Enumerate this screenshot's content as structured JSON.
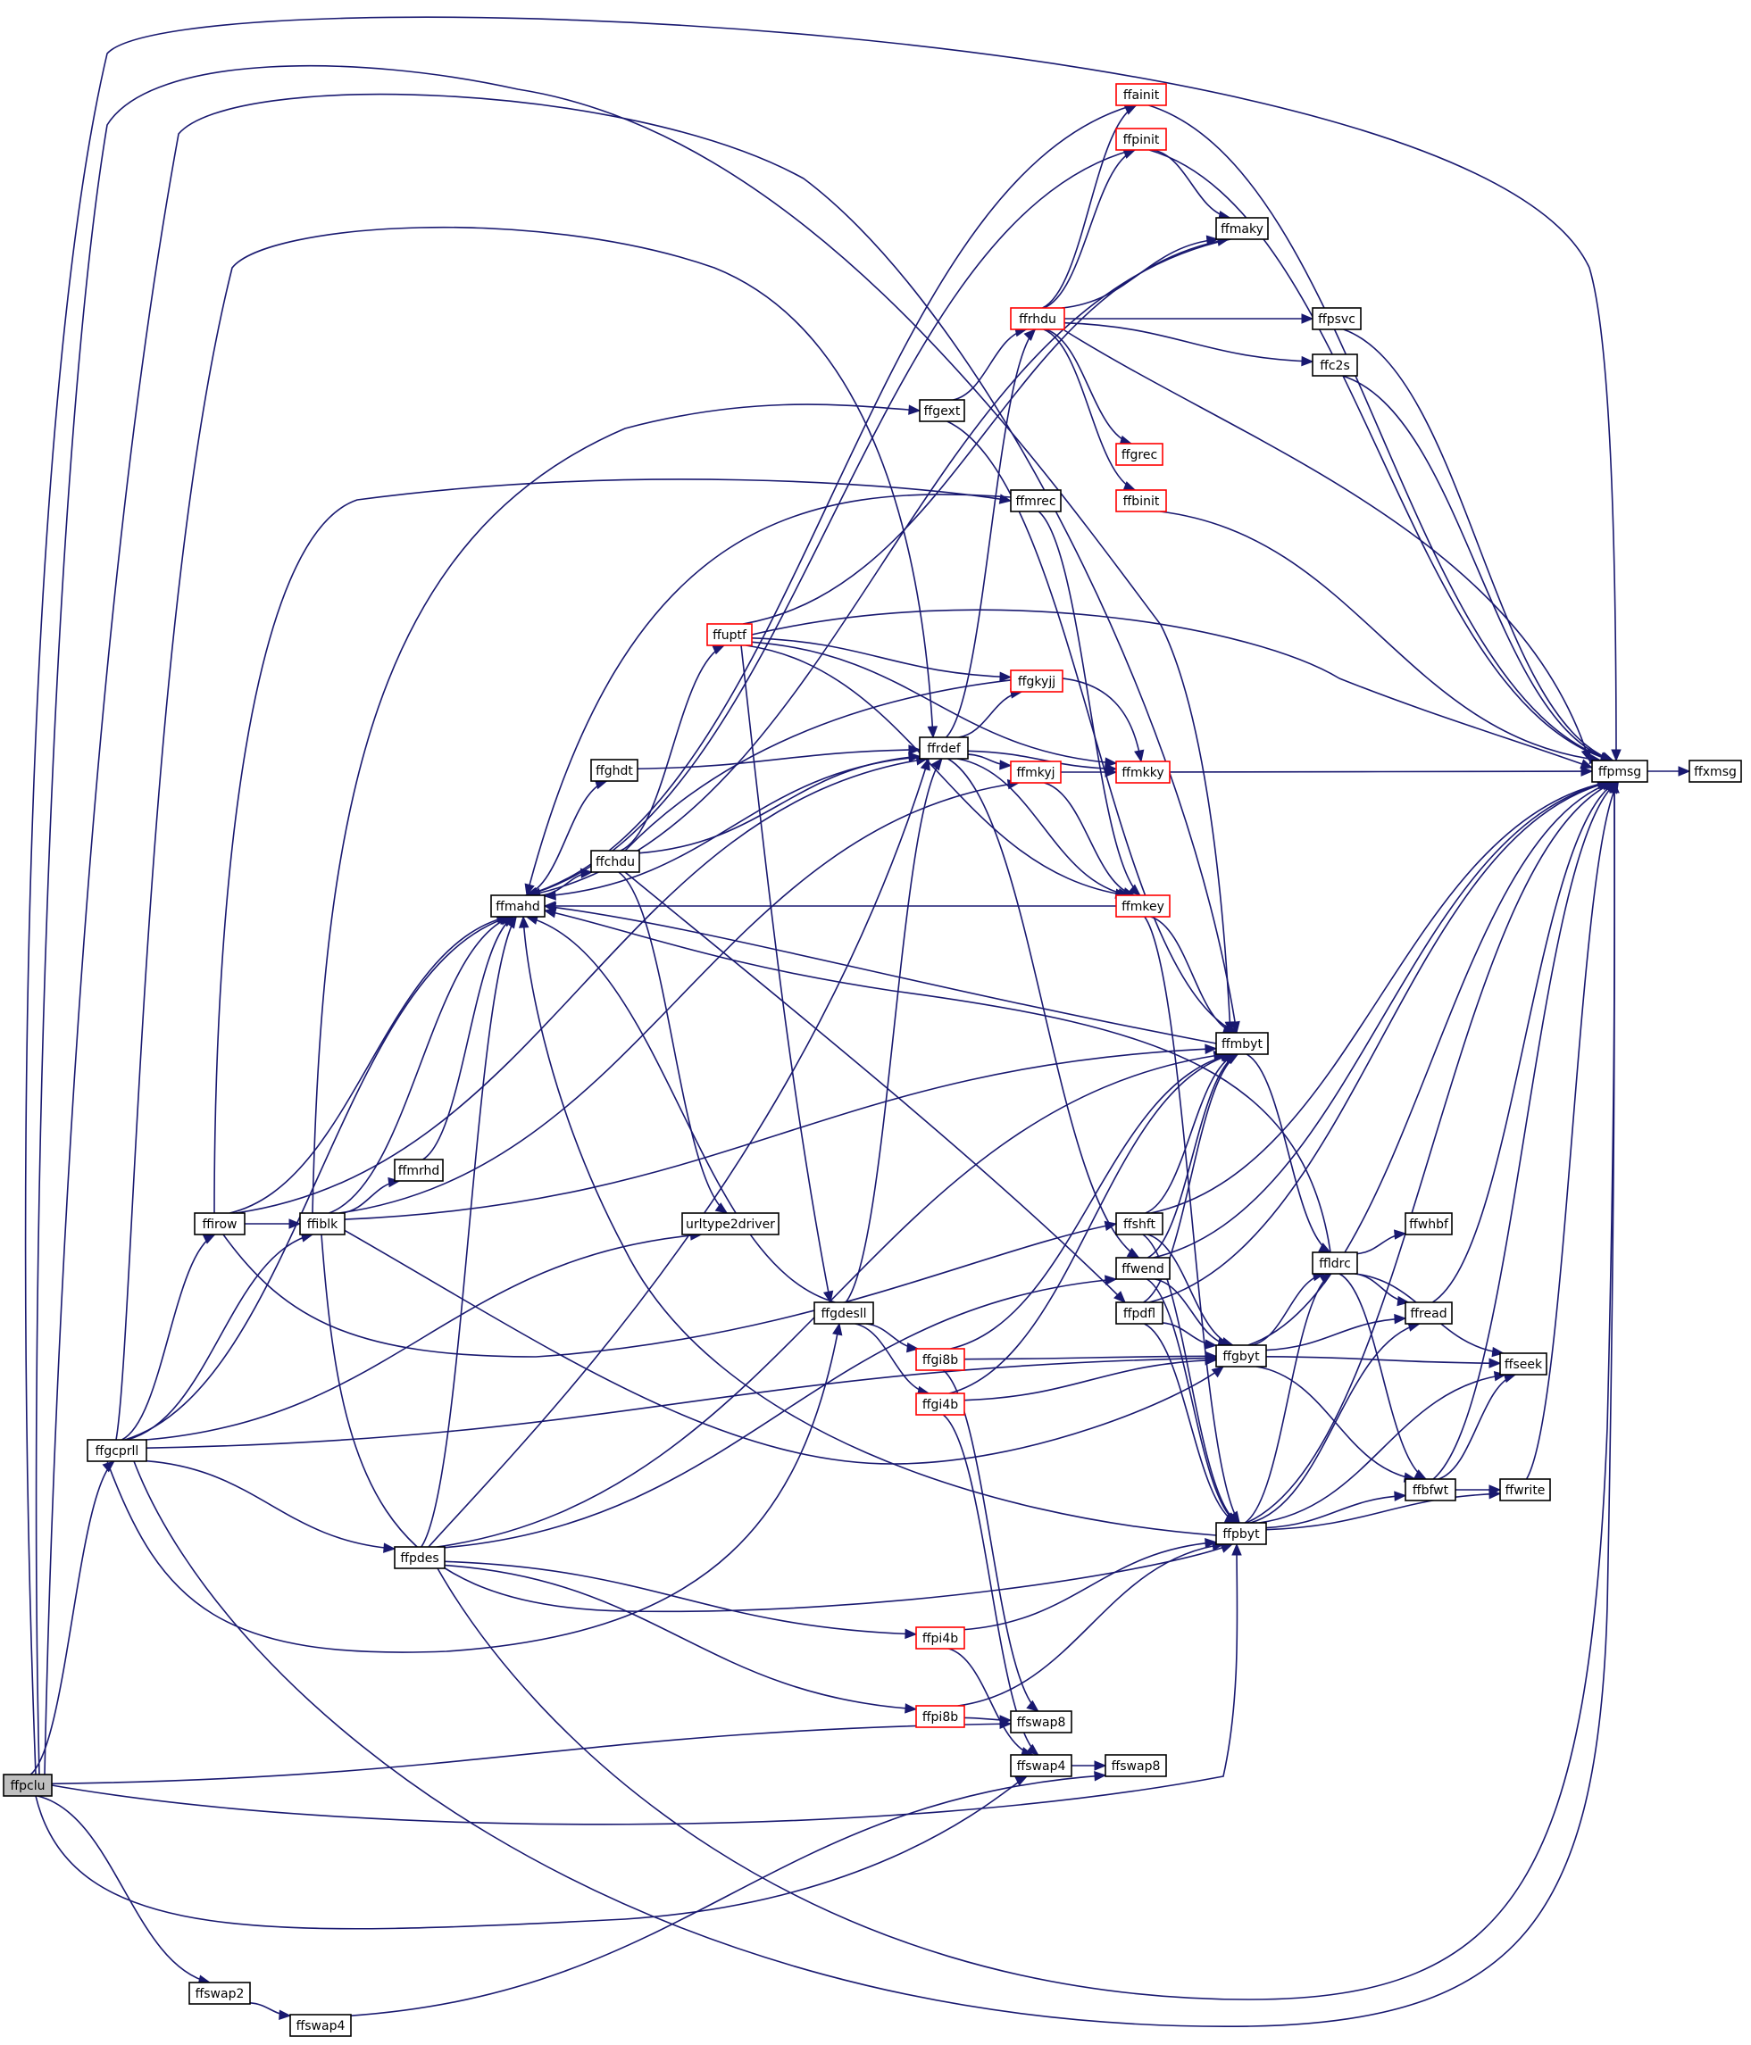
{
  "graph": {
    "colors": {
      "edge": "#191970",
      "box_border": "#000000",
      "box_border_truncated": "#ff0000",
      "current_fill": "#bfbfbf",
      "background": "#ffffff"
    },
    "nodes": [
      {
        "id": "ffpclu",
        "label": "ffpclu",
        "style": "current"
      },
      {
        "id": "ffgcprll",
        "label": "ffgcprll",
        "style": "plain"
      },
      {
        "id": "ffswap2",
        "label": "ffswap2",
        "style": "plain"
      },
      {
        "id": "ffswap4_a",
        "label": "ffswap4",
        "style": "plain"
      },
      {
        "id": "ffirow",
        "label": "ffirow",
        "style": "plain"
      },
      {
        "id": "ffiblk",
        "label": "ffiblk",
        "style": "plain"
      },
      {
        "id": "ffmrhd",
        "label": "ffmrhd",
        "style": "plain"
      },
      {
        "id": "ffmahd",
        "label": "ffmahd",
        "style": "plain"
      },
      {
        "id": "ffghdt",
        "label": "ffghdt",
        "style": "plain"
      },
      {
        "id": "ffchdu",
        "label": "ffchdu",
        "style": "plain"
      },
      {
        "id": "urltype2driver",
        "label": "urltype2driver",
        "style": "plain"
      },
      {
        "id": "ffpdes",
        "label": "ffpdes",
        "style": "plain"
      },
      {
        "id": "ffuptf",
        "label": "ffuptf",
        "style": "red"
      },
      {
        "id": "ffgext",
        "label": "ffgext",
        "style": "plain"
      },
      {
        "id": "ffmrec",
        "label": "ffmrec",
        "style": "plain"
      },
      {
        "id": "ffrdef",
        "label": "ffrdef",
        "style": "plain"
      },
      {
        "id": "ffgdesll",
        "label": "ffgdesll",
        "style": "plain"
      },
      {
        "id": "ffgi8b",
        "label": "ffgi8b",
        "style": "red"
      },
      {
        "id": "ffgi4b",
        "label": "ffgi4b",
        "style": "red"
      },
      {
        "id": "ffpi4b",
        "label": "ffpi4b",
        "style": "red"
      },
      {
        "id": "ffpi8b",
        "label": "ffpi8b",
        "style": "red"
      },
      {
        "id": "ffswap8_a",
        "label": "ffswap8",
        "style": "plain"
      },
      {
        "id": "ffswap4_b",
        "label": "ffswap4",
        "style": "plain"
      },
      {
        "id": "ffswap8_b",
        "label": "ffswap8",
        "style": "plain"
      },
      {
        "id": "ffrhdu",
        "label": "ffrhdu",
        "style": "red"
      },
      {
        "id": "ffgkyjj",
        "label": "ffgkyjj",
        "style": "red"
      },
      {
        "id": "ffmkyj",
        "label": "ffmkyj",
        "style": "red"
      },
      {
        "id": "ffainit",
        "label": "ffainit",
        "style": "red"
      },
      {
        "id": "ffpinit",
        "label": "ffpinit",
        "style": "red"
      },
      {
        "id": "ffgrec",
        "label": "ffgrec",
        "style": "red"
      },
      {
        "id": "ffbinit",
        "label": "ffbinit",
        "style": "red"
      },
      {
        "id": "ffmkky",
        "label": "ffmkky",
        "style": "red"
      },
      {
        "id": "ffmkey",
        "label": "ffmkey",
        "style": "red"
      },
      {
        "id": "ffmaky",
        "label": "ffmaky",
        "style": "plain"
      },
      {
        "id": "ffmbyt",
        "label": "ffmbyt",
        "style": "plain"
      },
      {
        "id": "ffshft",
        "label": "ffshft",
        "style": "plain"
      },
      {
        "id": "ffwend",
        "label": "ffwend",
        "style": "plain"
      },
      {
        "id": "ffpdfl",
        "label": "ffpdfl",
        "style": "plain"
      },
      {
        "id": "ffgbyt",
        "label": "ffgbyt",
        "style": "plain"
      },
      {
        "id": "ffpbyt",
        "label": "ffpbyt",
        "style": "plain"
      },
      {
        "id": "ffpsvc",
        "label": "ffpsvc",
        "style": "plain"
      },
      {
        "id": "ffc2s",
        "label": "ffc2s",
        "style": "plain"
      },
      {
        "id": "ffldrc",
        "label": "ffldrc",
        "style": "plain"
      },
      {
        "id": "ffwhbf",
        "label": "ffwhbf",
        "style": "plain"
      },
      {
        "id": "ffread",
        "label": "ffread",
        "style": "plain"
      },
      {
        "id": "ffseek",
        "label": "ffseek",
        "style": "plain"
      },
      {
        "id": "ffbfwt",
        "label": "ffbfwt",
        "style": "plain"
      },
      {
        "id": "ffwrite",
        "label": "ffwrite",
        "style": "plain"
      },
      {
        "id": "ffpmsg",
        "label": "ffpmsg",
        "style": "plain"
      },
      {
        "id": "ffxmsg",
        "label": "ffxmsg",
        "style": "plain"
      }
    ],
    "edges": [
      [
        "ffpclu",
        "ffgcprll"
      ],
      [
        "ffpclu",
        "ffswap2"
      ],
      [
        "ffpclu",
        "ffswap4_b"
      ],
      [
        "ffpclu",
        "ffswap8_a"
      ],
      [
        "ffpclu",
        "ffpbyt"
      ],
      [
        "ffpclu",
        "ffpmsg"
      ],
      [
        "ffpclu",
        "ffmahd"
      ],
      [
        "ffpclu",
        "ffmbyt"
      ],
      [
        "ffswap2",
        "ffswap4_a"
      ],
      [
        "ffswap4_a",
        "ffswap8_b"
      ],
      [
        "ffgcprll",
        "ffirow"
      ],
      [
        "ffgcprll",
        "ffiblk"
      ],
      [
        "ffgcprll",
        "ffmahd"
      ],
      [
        "ffgcprll",
        "urltype2driver"
      ],
      [
        "ffgcprll",
        "ffpdes"
      ],
      [
        "ffgcprll",
        "ffgdesll"
      ],
      [
        "ffgcprll",
        "ffgbyt"
      ],
      [
        "ffgcprll",
        "ffpmsg"
      ],
      [
        "ffgcprll",
        "ffrdef"
      ],
      [
        "ffirow",
        "ffiblk"
      ],
      [
        "ffirow",
        "ffmahd"
      ],
      [
        "ffirow",
        "ffrdef"
      ],
      [
        "ffirow",
        "ffshft"
      ],
      [
        "ffirow",
        "ffmrec"
      ],
      [
        "ffiblk",
        "ffmrhd"
      ],
      [
        "ffiblk",
        "ffmahd"
      ],
      [
        "ffiblk",
        "ffmbyt"
      ],
      [
        "ffiblk",
        "ffgbyt"
      ],
      [
        "ffiblk",
        "ffpbyt"
      ],
      [
        "ffiblk",
        "ffgext"
      ],
      [
        "ffiblk",
        "ffmkyj"
      ],
      [
        "ffmrhd",
        "ffmahd"
      ],
      [
        "ffmahd",
        "ffghdt"
      ],
      [
        "ffmahd",
        "ffchdu"
      ],
      [
        "ffghdt",
        "ffrdef"
      ],
      [
        "ffchdu",
        "ffrdef"
      ],
      [
        "ffchdu",
        "ffuptf"
      ],
      [
        "ffchdu",
        "urltype2driver"
      ],
      [
        "ffchdu",
        "ffpdfl"
      ],
      [
        "ffchdu",
        "ffmkky"
      ],
      [
        "ffpdes",
        "ffmahd"
      ],
      [
        "ffpdes",
        "ffrdef"
      ],
      [
        "ffpdes",
        "ffmbyt"
      ],
      [
        "ffpdes",
        "ffwend"
      ],
      [
        "ffpdes",
        "ffpi4b"
      ],
      [
        "ffpdes",
        "ffpi8b"
      ],
      [
        "ffpdes",
        "ffpmsg"
      ],
      [
        "ffuptf",
        "ffgdesll"
      ],
      [
        "ffuptf",
        "ffmaky"
      ],
      [
        "ffuptf",
        "ffgkyjj"
      ],
      [
        "ffuptf",
        "ffmkey"
      ],
      [
        "ffuptf",
        "ffmkky"
      ],
      [
        "ffuptf",
        "ffpmsg"
      ],
      [
        "ffgext",
        "ffrhdu"
      ],
      [
        "ffgext",
        "ffmbyt"
      ],
      [
        "ffmrec",
        "ffmkey"
      ],
      [
        "ffmrec",
        "ffmahd"
      ],
      [
        "ffrdef",
        "ffmahd"
      ],
      [
        "ffrdef",
        "ffrhdu"
      ],
      [
        "ffrdef",
        "ffgkyjj"
      ],
      [
        "ffrdef",
        "ffmkyj"
      ],
      [
        "ffrdef",
        "ffmkky"
      ],
      [
        "ffrdef",
        "ffmkey"
      ],
      [
        "ffrdef",
        "ffwend"
      ],
      [
        "ffgdesll",
        "ffmahd"
      ],
      [
        "ffgdesll",
        "ffrdef"
      ],
      [
        "ffgdesll",
        "ffgi8b"
      ],
      [
        "ffgdesll",
        "ffgi4b"
      ],
      [
        "ffgi8b",
        "ffgbyt"
      ],
      [
        "ffgi8b",
        "ffswap8_a"
      ],
      [
        "ffgi8b",
        "ffmbyt"
      ],
      [
        "ffgi4b",
        "ffgbyt"
      ],
      [
        "ffgi4b",
        "ffswap4_b"
      ],
      [
        "ffgi4b",
        "ffmbyt"
      ],
      [
        "ffpi4b",
        "ffswap4_b"
      ],
      [
        "ffpi4b",
        "ffpbyt"
      ],
      [
        "ffpi8b",
        "ffswap8_a"
      ],
      [
        "ffpi8b",
        "ffpbyt"
      ],
      [
        "ffswap4_b",
        "ffswap8_b"
      ],
      [
        "ffrhdu",
        "ffainit"
      ],
      [
        "ffrhdu",
        "ffpinit"
      ],
      [
        "ffrhdu",
        "ffmaky"
      ],
      [
        "ffrhdu",
        "ffpsvc"
      ],
      [
        "ffrhdu",
        "ffc2s"
      ],
      [
        "ffrhdu",
        "ffgrec"
      ],
      [
        "ffrhdu",
        "ffbinit"
      ],
      [
        "ffrhdu",
        "ffpmsg"
      ],
      [
        "ffainit",
        "ffmahd"
      ],
      [
        "ffainit",
        "ffpmsg"
      ],
      [
        "ffpinit",
        "ffmahd"
      ],
      [
        "ffpinit",
        "ffmaky"
      ],
      [
        "ffpinit",
        "ffpmsg"
      ],
      [
        "ffbinit",
        "ffpmsg"
      ],
      [
        "ffmkyj",
        "ffmkky"
      ],
      [
        "ffmkyj",
        "ffmkey"
      ],
      [
        "ffmkky",
        "ffpmsg"
      ],
      [
        "ffmkey",
        "ffmahd"
      ],
      [
        "ffmkey",
        "ffmbyt"
      ],
      [
        "ffmkey",
        "ffpbyt"
      ],
      [
        "ffmaky",
        "ffmahd"
      ],
      [
        "ffmbyt",
        "ffmahd"
      ],
      [
        "ffmbyt",
        "ffldrc"
      ],
      [
        "ffshft",
        "ffmbyt"
      ],
      [
        "ffshft",
        "ffgbyt"
      ],
      [
        "ffshft",
        "ffpbyt"
      ],
      [
        "ffshft",
        "ffpmsg"
      ],
      [
        "ffwend",
        "ffmbyt"
      ],
      [
        "ffwend",
        "ffgbyt"
      ],
      [
        "ffwend",
        "ffpbyt"
      ],
      [
        "ffwend",
        "ffpmsg"
      ],
      [
        "ffpdfl",
        "ffmbyt"
      ],
      [
        "ffpdfl",
        "ffgbyt"
      ],
      [
        "ffpdfl",
        "ffpbyt"
      ],
      [
        "ffpdfl",
        "ffpmsg"
      ],
      [
        "ffgbyt",
        "ffldrc"
      ],
      [
        "ffgbyt",
        "ffread"
      ],
      [
        "ffgbyt",
        "ffseek"
      ],
      [
        "ffgbyt",
        "ffbfwt"
      ],
      [
        "ffgbyt",
        "ffpmsg"
      ],
      [
        "ffpbyt",
        "ffmahd"
      ],
      [
        "ffpbyt",
        "ffldrc"
      ],
      [
        "ffpbyt",
        "ffbfwt"
      ],
      [
        "ffpbyt",
        "ffwrite"
      ],
      [
        "ffpbyt",
        "ffseek"
      ],
      [
        "ffpbyt",
        "ffread"
      ],
      [
        "ffpbyt",
        "ffpmsg"
      ],
      [
        "ffldrc",
        "ffwhbf"
      ],
      [
        "ffldrc",
        "ffread"
      ],
      [
        "ffldrc",
        "ffseek"
      ],
      [
        "ffldrc",
        "ffbfwt"
      ],
      [
        "ffldrc",
        "ffmahd"
      ],
      [
        "ffbfwt",
        "ffwrite"
      ],
      [
        "ffbfwt",
        "ffseek"
      ],
      [
        "ffbfwt",
        "ffpmsg"
      ],
      [
        "ffread",
        "ffpmsg"
      ],
      [
        "ffwrite",
        "ffpmsg"
      ],
      [
        "ffpsvc",
        "ffpmsg"
      ],
      [
        "ffc2s",
        "ffpmsg"
      ],
      [
        "ffpmsg",
        "ffxmsg"
      ]
    ]
  }
}
